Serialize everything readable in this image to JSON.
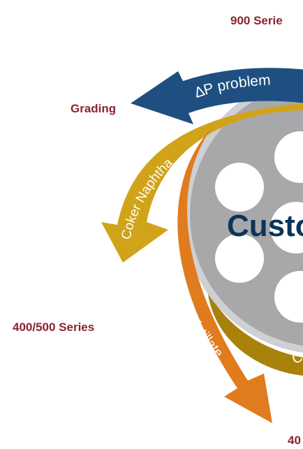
{
  "labels": {
    "series_900": "900 Serie",
    "grading": "Grading",
    "series_400_500": "400/500 Series",
    "series_40": "40"
  },
  "arrows": {
    "delta_p": "∆P problem",
    "coker_naphtha": "Coker Naphtha",
    "distillate": "Distillate",
    "partial_bottom_right": "C"
  },
  "center": {
    "text": "Custo"
  },
  "colors": {
    "label_red": "#8a2432",
    "delta_p_arrow": "#1e4f80",
    "coker_arrow": "#d1a319",
    "distillate_arrow": "#e07b1e",
    "bottom_right_arrow": "#a9820c",
    "disc_fill": "#a8a8ab",
    "disc_rim": "#cfd0d2",
    "hole_fill": "#ffffff",
    "center_text": "#0d3459"
  }
}
